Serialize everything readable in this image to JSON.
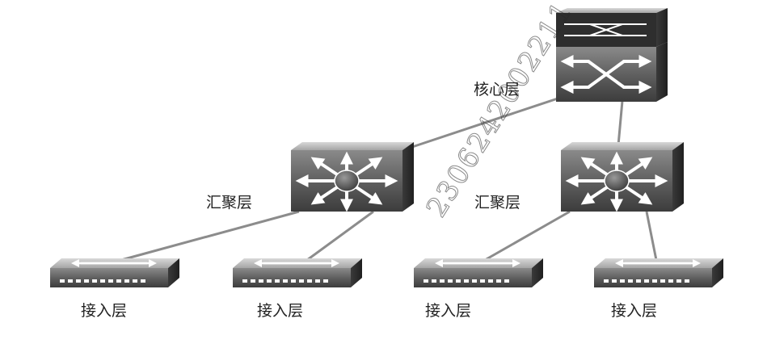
{
  "nodes": {
    "core": {
      "label": "核心层"
    },
    "agg_left": {
      "label": "汇聚层"
    },
    "agg_right": {
      "label": "汇聚层"
    },
    "access_1": {
      "label": "接入层"
    },
    "access_2": {
      "label": "接入层"
    },
    "access_3": {
      "label": "接入层"
    },
    "access_4": {
      "label": "接入层"
    }
  },
  "watermark": "2306242002211",
  "colors": {
    "device_dark": "#3a3a3a",
    "device_mid": "#6b6b6b",
    "device_light": "#9a9a9a",
    "link": "#8c8c8c"
  }
}
